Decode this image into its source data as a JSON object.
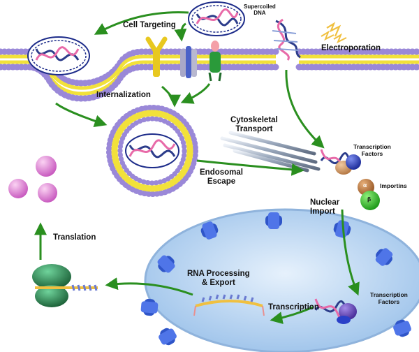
{
  "labels": {
    "supercoiled_dna": [
      "Supercoiled",
      "DNA"
    ],
    "cell_targeting": "Cell Targeting",
    "electroporation": "Electroporation",
    "internalization": "Internalization",
    "cytoskeletal_transport": [
      "Cytoskeletal",
      "Transport"
    ],
    "transcription_factors_top": [
      "Transcription",
      "Factors"
    ],
    "endosomal_escape": [
      "Endosomal",
      "Escape"
    ],
    "alpha": "α",
    "beta": "β",
    "importins": "Importins",
    "nuclear_import": [
      "Nuclear",
      "Import"
    ],
    "translation": "Translation",
    "rna_processing_export": [
      "RNA Processing",
      "& Export"
    ],
    "transcription_factors_bottom": [
      "Transcription",
      "Factors"
    ],
    "transcription": "Transcription"
  },
  "colors": {
    "arrow": "#2a8f1f",
    "membrane_head": "#9a88d8",
    "membrane_tail": "#f2e13a",
    "nucleus": "#bcd8f4",
    "nuclear_pore": "#2f55c8",
    "ribosome": "#2e8a55",
    "protein": "#e48ad6",
    "dna_strand_a": "#2c3c8a",
    "dna_strand_b": "#e86aa8"
  }
}
